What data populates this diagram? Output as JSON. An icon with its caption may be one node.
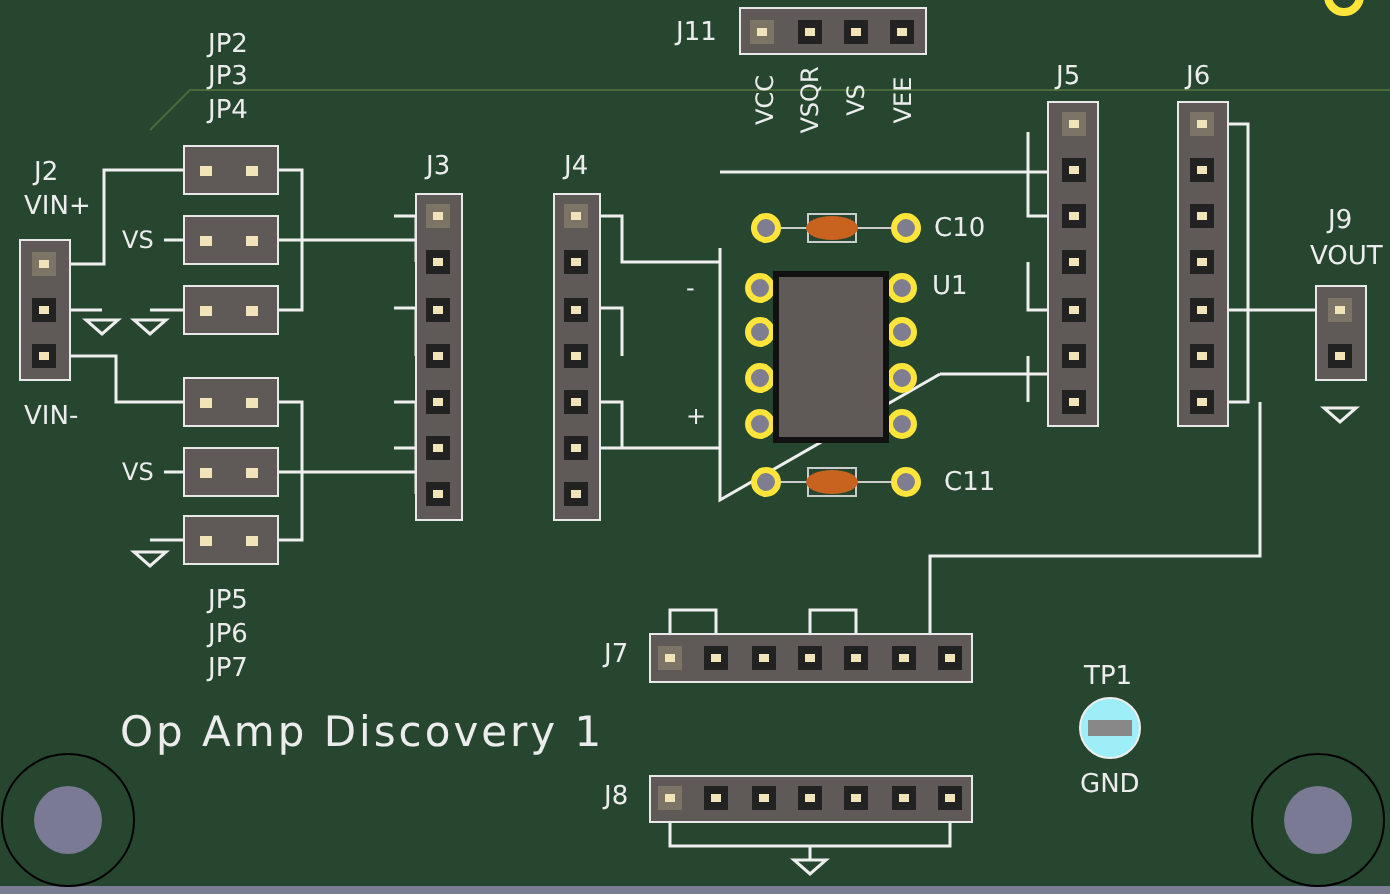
{
  "diagram": {
    "title": "Op Amp Discovery 1",
    "labels": [
      "J11",
      "VCC",
      "VSQR",
      "VS",
      "VEE",
      "JP2",
      "JP3",
      "JP4",
      "J5",
      "J6",
      "J2",
      "VIN+",
      "J3",
      "J4",
      "VS",
      "-",
      "C10",
      "U1",
      "J9",
      "VOUT",
      "VIN-",
      "+",
      "VS",
      "C11",
      "JP5",
      "JP6",
      "JP7",
      "J7",
      "TP1",
      "J8",
      "GND"
    ]
  }
}
